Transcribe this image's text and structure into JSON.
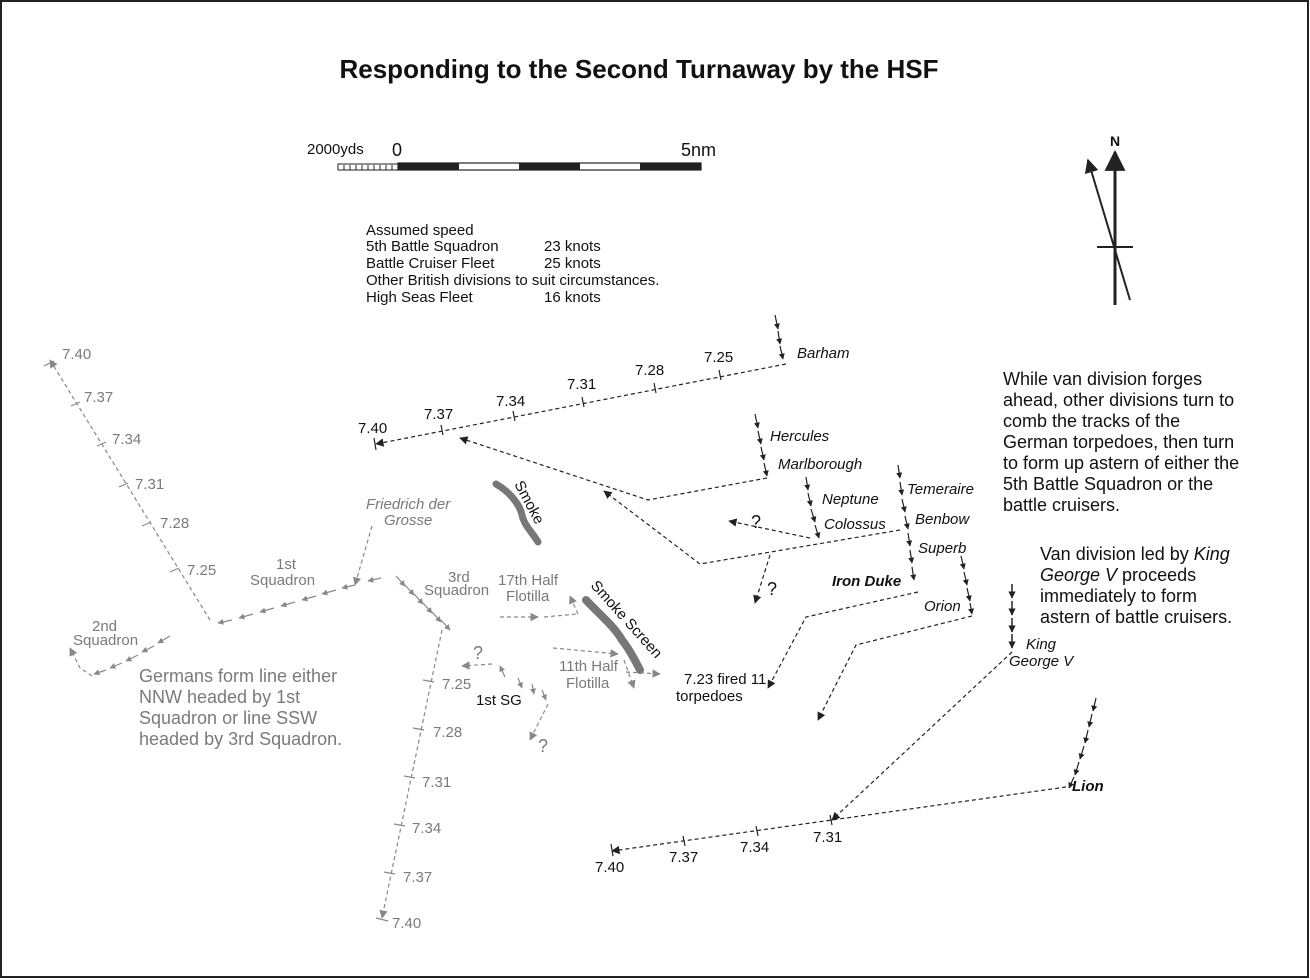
{
  "title": "Responding to the Second Turnaway by the HSF",
  "scale": {
    "left_label": "2000yds",
    "zero_label": "0",
    "end_label": "5nm"
  },
  "north_label": "N",
  "speed_legend": {
    "heading": "Assumed speed",
    "rows": [
      {
        "unit": "5th Battle Squadron",
        "speed": "23 knots"
      },
      {
        "unit": "Battle Cruiser Fleet",
        "speed": "25 knots"
      },
      {
        "unit": "Other British divisions to suit circumstances.",
        "speed": ""
      },
      {
        "unit": "High Seas Fleet",
        "speed": "16 knots"
      }
    ]
  },
  "notes": {
    "van_divisions": [
      "While van division forges",
      "ahead, other divisions turn to",
      "comb the tracks of the",
      "German torpedoes, then turn",
      "to form up astern of either the",
      "5th Battle Squadron or the",
      "battle cruisers."
    ],
    "king_george_pre": "Van division led by ",
    "king_george_italic_1": "King",
    "king_george_italic_2": "George V",
    "king_george_rest": [
      " proceeds",
      "immediately to form",
      "astern of battle cruisers."
    ],
    "germans": [
      "Germans form line either",
      "NNW headed by 1st",
      "Squadron or line SSW",
      "headed by 3rd Squadron."
    ]
  },
  "british_ships": {
    "barham": "Barham",
    "hercules": "Hercules",
    "marlborough": "Marlborough",
    "neptune": "Neptune",
    "colossus": "Colossus",
    "temeraire": "Temeraire",
    "benbow": "Benbow",
    "superb": "Superb",
    "iron_duke": "Iron Duke",
    "orion": "Orion",
    "king_george_1": "King",
    "king_george_2": "George V",
    "lion": "Lion"
  },
  "german_units": {
    "friedrich_1": "Friedrich der",
    "friedrich_2": "Grosse",
    "sq1_1": "1st",
    "sq1_2": "Squadron",
    "sq2_1": "2nd",
    "sq2_2": "Squadron",
    "sq3_1": "3rd",
    "sq3_2": "Squadron",
    "hf17_1": "17th Half",
    "hf17_2": "Flotilla",
    "hf11_1": "11th Half",
    "hf11_2": "Flotilla",
    "sg1": "1st SG"
  },
  "features": {
    "smoke": "Smoke",
    "smoke_screen": "Smoke Screen",
    "torpedo_1": "7.23 fired 11",
    "torpedo_2": "torpedoes"
  },
  "unknown_mark": "?",
  "times": {
    "barham": [
      "7.25",
      "7.28",
      "7.31",
      "7.34",
      "7.37",
      "7.40"
    ],
    "lion": [
      "7.31",
      "7.34",
      "7.37",
      "7.40"
    ],
    "german_north": [
      "7.25",
      "7.28",
      "7.31",
      "7.34",
      "7.37",
      "7.40"
    ],
    "german_south": [
      "7.25",
      "7.28",
      "7.31",
      "7.34",
      "7.37",
      "7.40"
    ]
  },
  "colors": {
    "british": "#222222",
    "german": "#888888",
    "smoke": "#777777"
  }
}
